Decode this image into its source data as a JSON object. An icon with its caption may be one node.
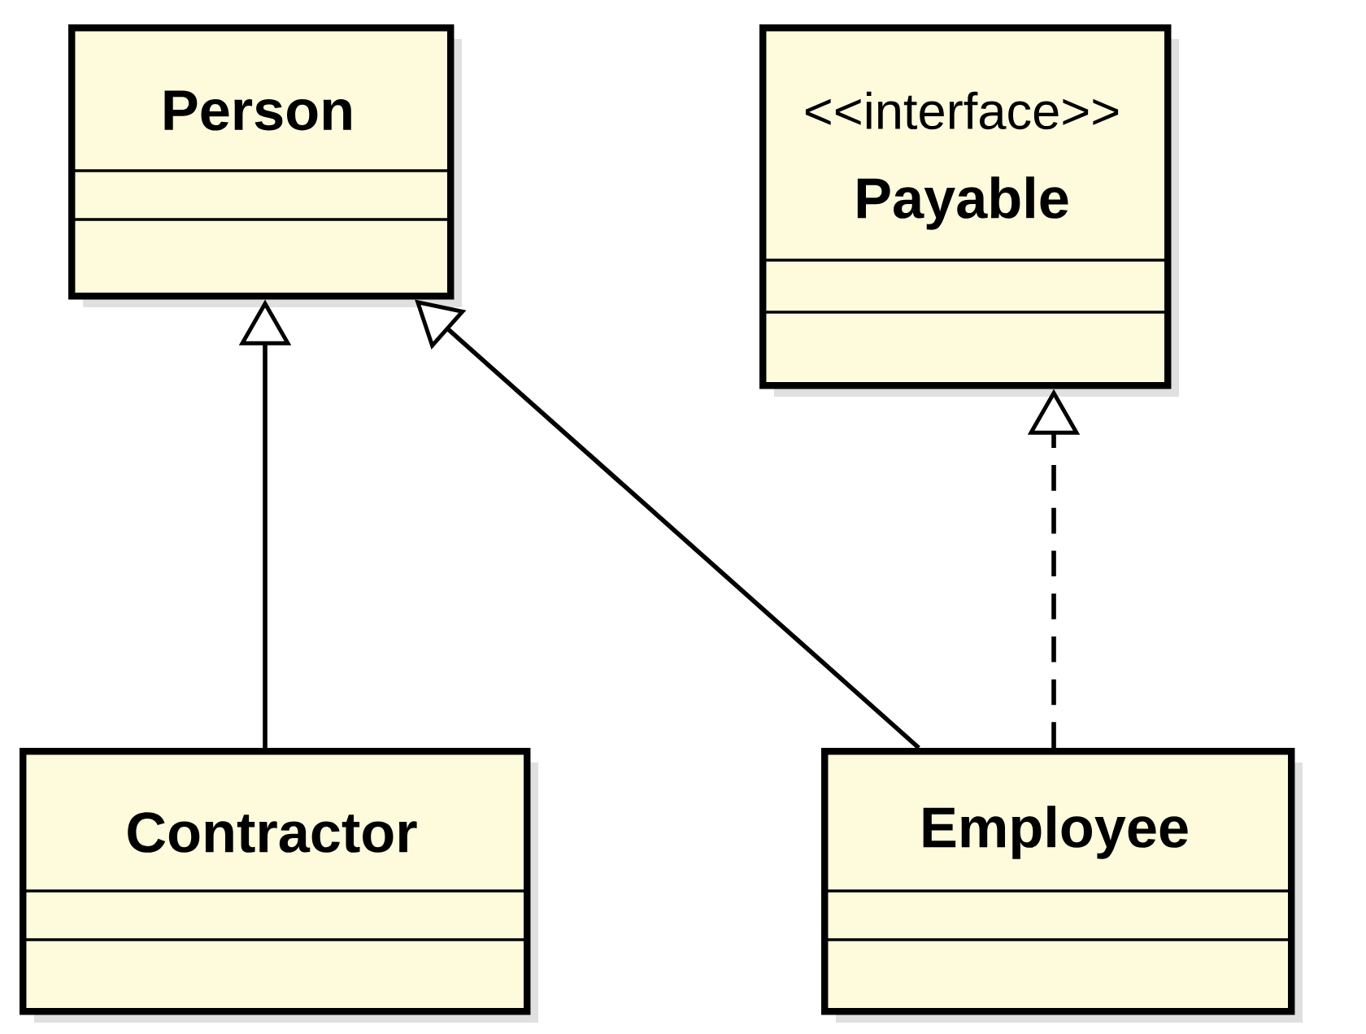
{
  "diagram": {
    "nodes": [
      {
        "text": [
          "Person"
        ]
      },
      {
        "text": [
          "<<interface>>",
          "Payable"
        ]
      },
      {
        "text": [
          "Contractor"
        ]
      },
      {
        "text": [
          "Employee"
        ]
      }
    ],
    "edges": [
      {
        "from": 2,
        "to": 0,
        "arrow": "to"
      },
      {
        "from": 3,
        "to": 0,
        "arrow": "to"
      },
      {
        "from": 3,
        "to": 1,
        "arrow": "to",
        "style": "dashed"
      }
    ]
  }
}
